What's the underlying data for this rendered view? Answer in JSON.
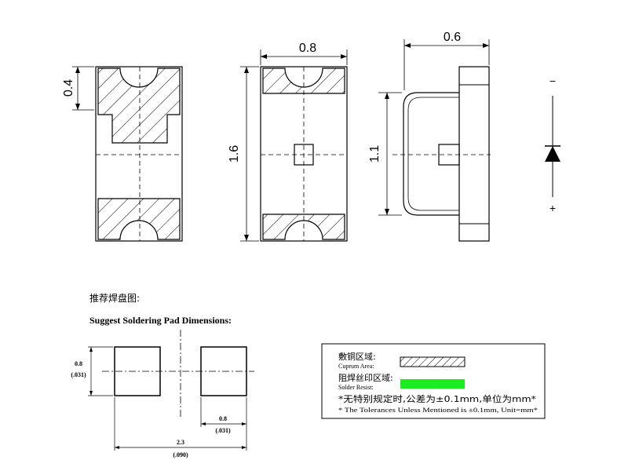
{
  "top_views": {
    "left_dim_height": "0.4",
    "middle_dim_width": "0.8",
    "middle_dim_height": "1.6",
    "right_dim_width": "0.6",
    "right_dim_height": "1.1"
  },
  "polarity": {
    "minus": "−",
    "plus": "+"
  },
  "pad_section": {
    "title_cn": "推荐焊盘图:",
    "title_en": "Suggest Soldering Pad Dimensions:",
    "height_mm": "0.8",
    "height_in": "(.031)",
    "pad_width_mm": "0.8",
    "pad_width_in": "(.031)",
    "total_mm": "2.3",
    "total_in": "(.090)"
  },
  "legend": {
    "cuprum_cn": "敷铜区域:",
    "cuprum_en": "Cuprum Area:",
    "resist_cn": "阻焊丝印区域:",
    "resist_en": "Solder Resist:",
    "resist_color": "#1eeb1e",
    "tolerance_cn": "*无特别规定时,公差为±0.1mm,单位为mm*",
    "tolerance_en": "* The Tolerances Unless Mentioned is ±0.1mm, Unit=mm*"
  }
}
